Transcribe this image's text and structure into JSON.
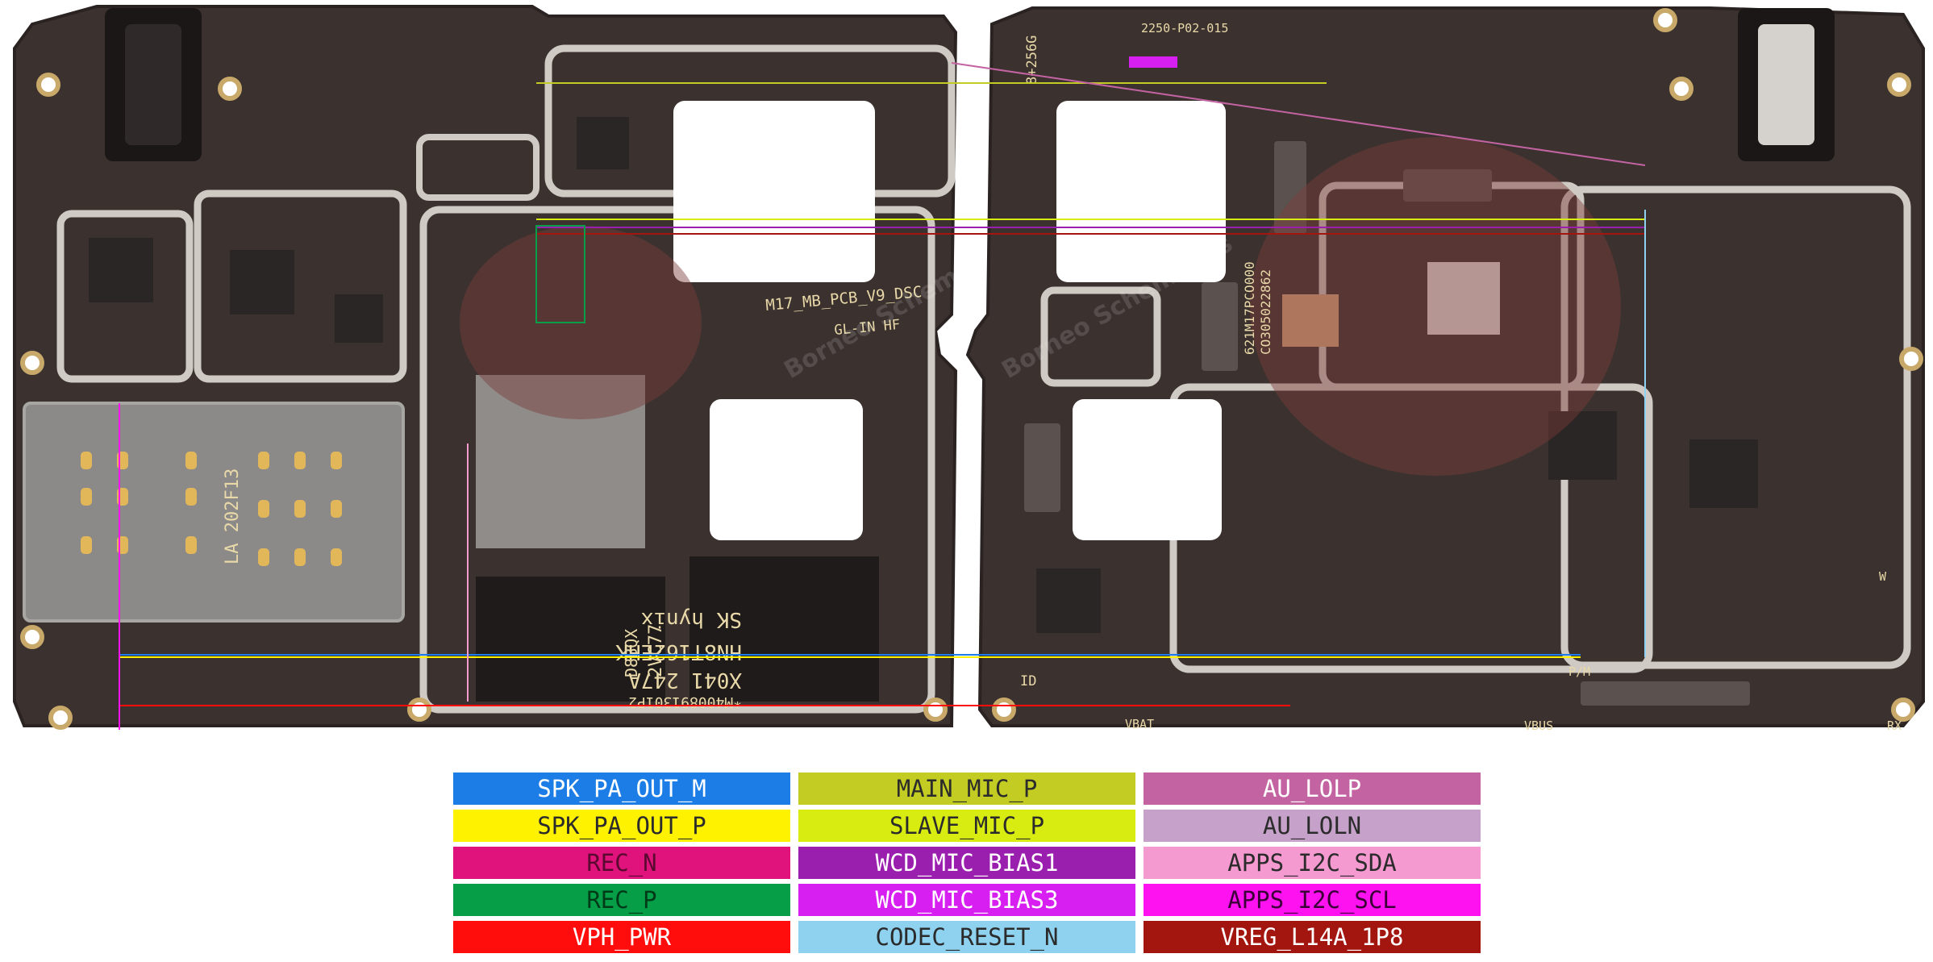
{
  "colors": {
    "pcb": "#3b3230",
    "pcb_dark": "#2a2322",
    "shield": "#cfcac3",
    "gold": "#c9a96a",
    "hot": "#7a3b3a"
  },
  "board_labels": {
    "board_model": "M17_MB_PCB_V9_DSC",
    "board_variant": "GL-IN  HF",
    "memory_config": "8+256G",
    "rev_code": "2250-P02-015",
    "serial_a": "CO305022862",
    "serial_b": "621M17PCO000",
    "nand_marking_1": "SK hynix",
    "nand_marking_2": "HN8T162EHK",
    "nand_marking_3": "X041  247A",
    "nand_marking_4": "*M400891301P2",
    "dram_marking_1": "2VC77",
    "dram_marking_2": "D8BQX",
    "sim_marking": "LA 202F13",
    "vbat_label": "VBAT",
    "vbus_label": "VBUS",
    "id_label": "ID",
    "pm_label": "P/M",
    "rx_label": "RX",
    "w_label": "W",
    "watermark": "Borneo Schematics"
  },
  "legend": [
    {
      "label": "SPK_PA_OUT_M",
      "bg": "#1c7de6",
      "fg": "#ffffff"
    },
    {
      "label": "MAIN_MIC_P",
      "bg": "#c2cc22",
      "fg": "#2b2b2b"
    },
    {
      "label": "AU_LOLP",
      "bg": "#c463a2",
      "fg": "#ffffff"
    },
    {
      "label": "SPK_PA_OUT_P",
      "bg": "#fff200",
      "fg": "#2b2b2b"
    },
    {
      "label": "SLAVE_MIC_P",
      "bg": "#d8ec12",
      "fg": "#2b2b2b"
    },
    {
      "label": "AU_LOLN",
      "bg": "#c6a1c9",
      "fg": "#2b2b2b"
    },
    {
      "label": "REC_N",
      "bg": "#e0127c",
      "fg": "#5a0930"
    },
    {
      "label": "WCD_MIC_BIAS1",
      "bg": "#9b1fae",
      "fg": "#ffffff"
    },
    {
      "label": "APPS_I2C_SDA",
      "bg": "#f59ad1",
      "fg": "#2b2b2b"
    },
    {
      "label": "REC_P",
      "bg": "#079e48",
      "fg": "#003b17"
    },
    {
      "label": "WCD_MIC_BIAS3",
      "bg": "#d61ff0",
      "fg": "#ffffff"
    },
    {
      "label": "APPS_I2C_SCL",
      "bg": "#ff12f0",
      "fg": "#3b0038"
    },
    {
      "label": "VPH_PWR",
      "bg": "#ff0d0d",
      "fg": "#ffffff"
    },
    {
      "label": "CODEC_RESET_N",
      "bg": "#8fd2f0",
      "fg": "#2b2b2b"
    },
    {
      "label": "VREG_L14A_1P8",
      "bg": "#a3150f",
      "fg": "#ffffff"
    }
  ]
}
